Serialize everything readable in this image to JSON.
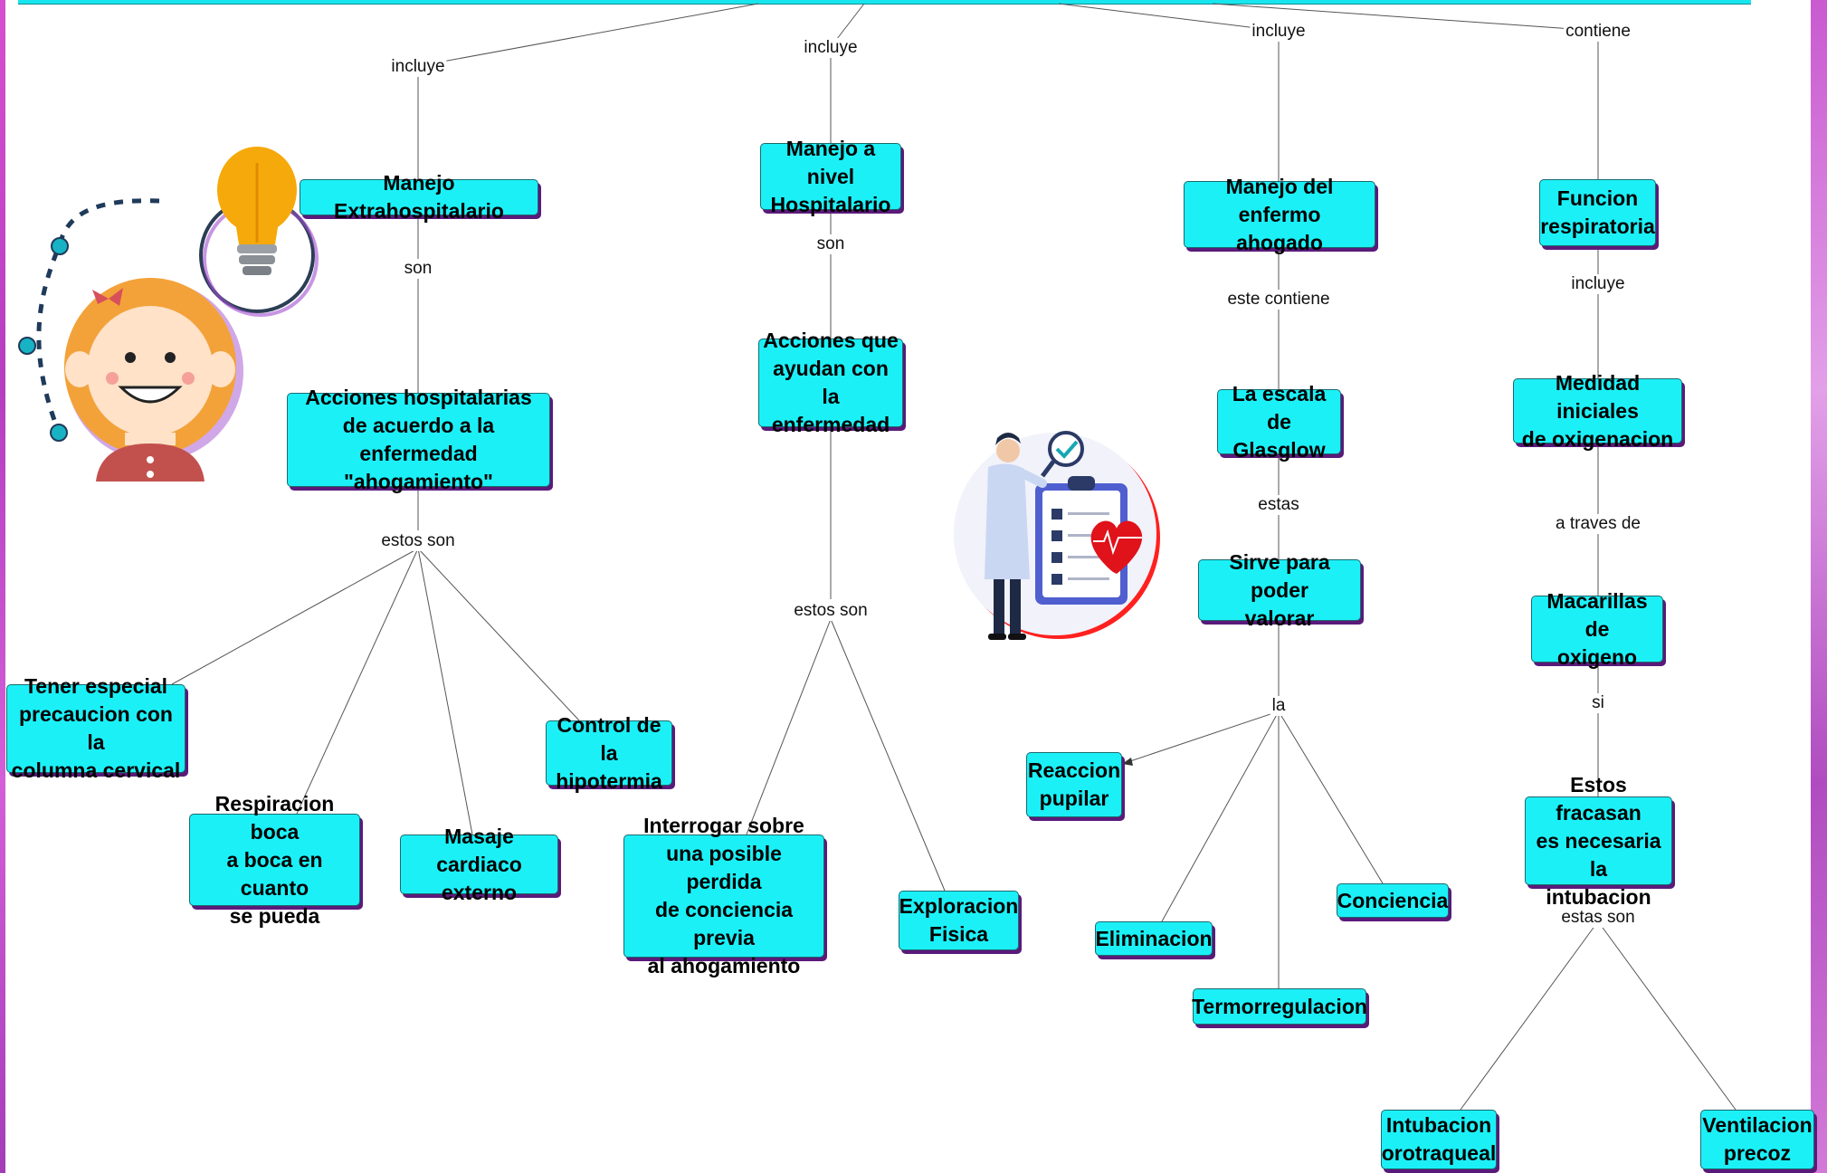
{
  "nodes": {
    "extrahospitalario": "Manejo Extrahospitalario",
    "hospitalario": "Manejo a nivel\nHospitalario",
    "enfermo_ahogado": "Manejo del enfermo\nahogado",
    "funcion_respiratoria": "Funcion\nrespiratoria",
    "acciones_hospitalarias": "Acciones hospitalarias\nde acuerdo a la\nenfermedad \"ahogamiento\"",
    "acciones_ayudan": "Acciones que\nayudan con la\nenfermedad",
    "escala_glasgow": "La escala de\nGlasglow",
    "sirve_valorar": "Sirve para poder\nvalorar",
    "medidad_iniciales": "Medidad iniciales\nde oxigenacion",
    "macarillas": "Macarillas de\noxigeno",
    "estos_fracasan": "Estos fracasan\nes necesaria la\nintubacion",
    "tener_especial": "Tener especial\nprecaucion con la\ncolumna cervical",
    "respiracion_boca": "Respiracion boca\na boca en cuanto\nse pueda",
    "masaje_cardiaco": "Masaje cardiaco\nexterno",
    "control_hipotermia": "Control de la\nhipotermia",
    "interrogar": "Interrogar sobre\nuna posible perdida\nde conciencia previa\nal ahogamiento",
    "exploracion_fisica": "Exploracion\nFisica",
    "reaccion_pupilar": "Reaccion\npupilar",
    "eliminacion": "Eliminacion",
    "termorregulacion": "Termorregulacion",
    "conciencia": "Conciencia",
    "intubacion_orotraqueal": "Intubacion\norotraqueal",
    "ventilacion_precoz": "Ventilacion\nprecoz"
  },
  "labels": {
    "incluye_1": "incluye",
    "incluye_2": "incluye",
    "incluye_3": "incluye",
    "contiene": "contiene",
    "son_1": "son",
    "son_2": "son",
    "este_contiene": "este contiene",
    "incluye_4": "incluye",
    "estos_son_1": "estos son",
    "estos_son_2": "estos son",
    "estas": "estas",
    "a_traves_de": "a traves de",
    "la": "la",
    "si": "si",
    "estas_son": "estas son"
  },
  "colors": {
    "node_fill": "#1cf0f7",
    "node_shadow": "#5a1a7a",
    "frame": "#c95ad0"
  },
  "icons": [
    "girl-illustration",
    "lightbulb-icon",
    "doctor-checklist-illustration",
    "heart-icon"
  ]
}
